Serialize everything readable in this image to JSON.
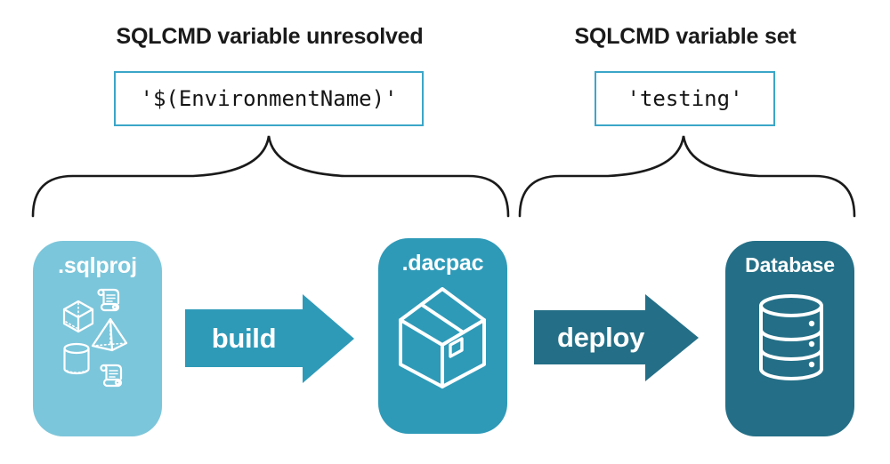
{
  "diagram": {
    "annotations": {
      "unresolved": {
        "title": "SQLCMD variable unresolved",
        "code": "'$(EnvironmentName)'"
      },
      "resolved": {
        "title": "SQLCMD variable set",
        "code": "'testing'"
      }
    },
    "nodes": {
      "sqlproj": {
        "label": ".sqlproj"
      },
      "dacpac": {
        "label": ".dacpac"
      },
      "database": {
        "label": "Database"
      }
    },
    "arrows": {
      "build": {
        "label": "build"
      },
      "deploy": {
        "label": "deploy"
      }
    },
    "icons": {
      "sqlproj": [
        "scroll-icon",
        "cube-icon",
        "pyramid-icon",
        "cylinder-icon",
        "scroll-icon"
      ],
      "dacpac": "package-icon",
      "database": "database-icon"
    },
    "colors": {
      "sqlproj_fill": "#7CC6DB",
      "dacpac_fill": "#2E9AB8",
      "database_fill": "#246F87",
      "build_arrow_fill": "#2E9AB8",
      "deploy_arrow_fill": "#246F87",
      "code_box_border": "#3BA6C9",
      "brace_stroke": "#1A1A1A",
      "text_dark": "#1A1A1A",
      "text_on_fill": "#FFFFFF",
      "background": "#FFFFFF"
    }
  }
}
